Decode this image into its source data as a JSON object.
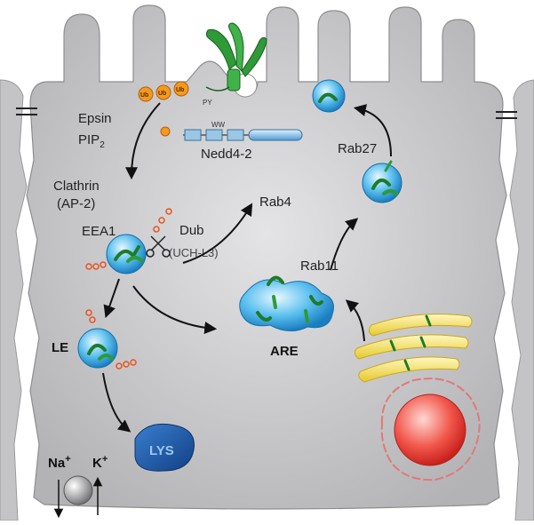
{
  "labels": {
    "epsin": "Epsin",
    "pip": "PIP",
    "pip_sub": "2",
    "nedd": "Nedd4-2",
    "ww": "WW",
    "py": "PY",
    "ub": "Ub",
    "clathrin": "Clathrin",
    "ap2": "(AP-2)",
    "eea1": "EEA1",
    "dub": "Dub",
    "uchl3": "(UCH-L3)",
    "rab4": "Rab4",
    "rab11": "Rab11",
    "rab27": "Rab27",
    "are": "ARE",
    "le": "LE",
    "lys": "LYS",
    "na": "Na",
    "na_sup": "+",
    "k": "K",
    "k_sup": "+"
  },
  "colors": {
    "cell": "#c8c8ca",
    "vesicle": "#3aa8df",
    "ubiquitin": "#f39a1e",
    "channel": "#2e9a38",
    "lysosome": "#1d5aa5",
    "golgi": "#f2e05c",
    "nucleus": "#e8403a"
  }
}
